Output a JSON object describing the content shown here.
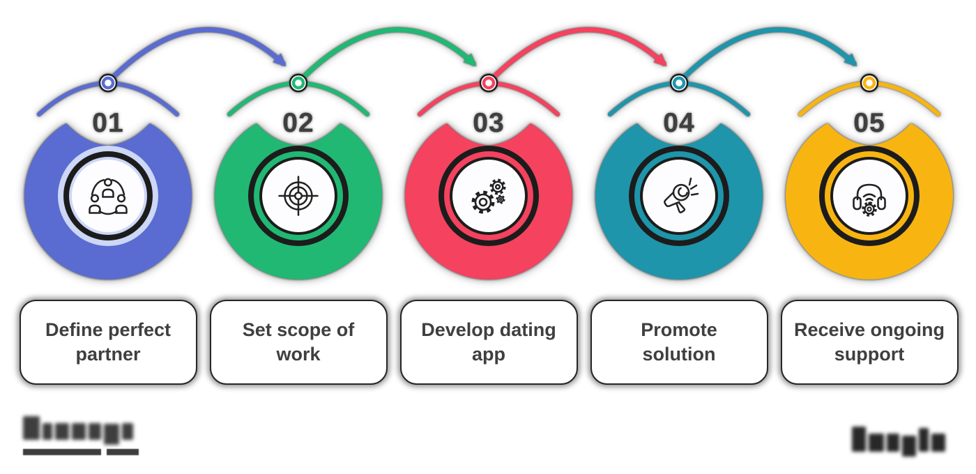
{
  "background": "#ffffff",
  "ink": "#1c1c1c",
  "steps": [
    {
      "number": "01",
      "label": "Define perfect partner",
      "lines": [
        "Define perfect",
        "partner"
      ],
      "icon": "team-icon",
      "color": "#5a6cd1",
      "rings": [
        "#cdd7f6",
        "#1c1c1c",
        "#cdd7f6"
      ]
    },
    {
      "number": "02",
      "label": "Set scope of work",
      "lines": [
        "Set scope of",
        "work"
      ],
      "icon": "target-icon",
      "color": "#21b873",
      "rings": [
        "#1c1c1c",
        "#21b873",
        "#1c1c1c"
      ]
    },
    {
      "number": "03",
      "label": "Develop dating app",
      "lines": [
        "Develop dating",
        "app"
      ],
      "icon": "gears-icon",
      "color": "#f4425f",
      "rings": [
        "#1c1c1c",
        "#f4425f",
        "#1c1c1c"
      ]
    },
    {
      "number": "04",
      "label": "Promote solution",
      "lines": [
        "Promote",
        "solution"
      ],
      "icon": "megaphone-icon",
      "color": "#1e95ab",
      "rings": [
        "#1c1c1c",
        "#1e95ab",
        "#1c1c1c"
      ]
    },
    {
      "number": "05",
      "label": "Receive ongoing support",
      "lines": [
        "Receive ongoing",
        "support"
      ],
      "icon": "headset-icon",
      "color": "#f8b512",
      "rings": [
        "#1c1c1c",
        "#f8b512",
        "#1c1c1c"
      ]
    }
  ],
  "footer": {
    "left_logo": "(blurred, illegible logo)",
    "right_text": "(blurred, illegible wordmark)"
  }
}
